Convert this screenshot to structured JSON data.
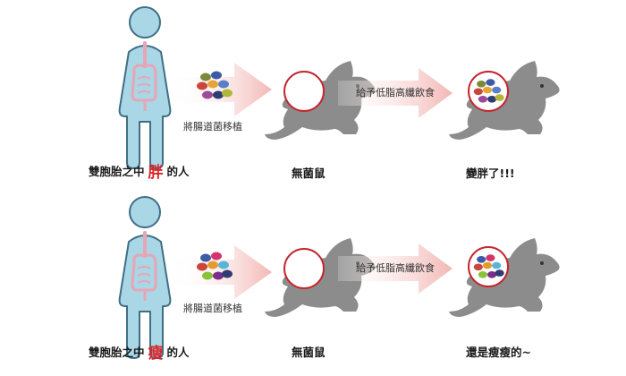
{
  "colors": {
    "body": "#a9d7e6",
    "body_stroke": "#3f6e86",
    "organ": "#e8a5b5",
    "arrow": "#f2b7b4",
    "mouse": "#8c8c8c",
    "ring": "#c4262e",
    "highlight": "#d8262a"
  },
  "rows": [
    {
      "transplant_label": "將腸道菌移植",
      "diet_label": "給予低脂高纖飲食",
      "donor_prefix": "雙胞胎之中",
      "donor_highlight": "胖",
      "donor_suffix": "的人",
      "germfree_label": "無菌鼠",
      "result_label": "變胖了!!!",
      "bacteria_colors": [
        "#7a8a3a",
        "#3b5aa8",
        "#c8463c",
        "#e6a637",
        "#5a7ec8",
        "#9c4a9a",
        "#2e3b75",
        "#b0b83a"
      ],
      "result_bacteria_colors": [
        "#7a8a3a",
        "#3b5aa8",
        "#c8463c",
        "#e6a637",
        "#5a7ec8",
        "#9c4a9a",
        "#2e3b75",
        "#b0b83a"
      ]
    },
    {
      "transplant_label": "將腸道菌移植",
      "diet_label": "給予低脂高纖飲食",
      "donor_prefix": "雙胞胎之中",
      "donor_highlight": "瘦",
      "donor_suffix": "的人",
      "germfree_label": "無菌鼠",
      "result_label": "還是瘦瘦的~",
      "bacteria_colors": [
        "#3b5aa8",
        "#d6336c",
        "#c8463c",
        "#e69a2c",
        "#58b5d6",
        "#8ac23a",
        "#7a2e8a",
        "#2e3b75"
      ],
      "result_bacteria_colors": [
        "#3b5aa8",
        "#d6336c",
        "#c8463c",
        "#e69a2c",
        "#58b5d6",
        "#8ac23a",
        "#7a2e8a",
        "#2e3b75"
      ]
    }
  ]
}
